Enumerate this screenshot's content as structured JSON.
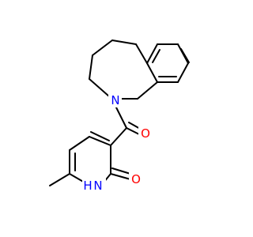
{
  "molecule": {
    "atoms": [
      {
        "id": "N1",
        "label": "N",
        "color": "#0000ff"
      },
      {
        "id": "O1",
        "label": "O",
        "color": "#ff0000"
      },
      {
        "id": "O2",
        "label": "O",
        "color": "#ff0000"
      },
      {
        "id": "N2",
        "label": "H",
        "color": "#0000ff"
      },
      {
        "id": "N3",
        "label": "N",
        "color": "#0000ff"
      }
    ]
  }
}
